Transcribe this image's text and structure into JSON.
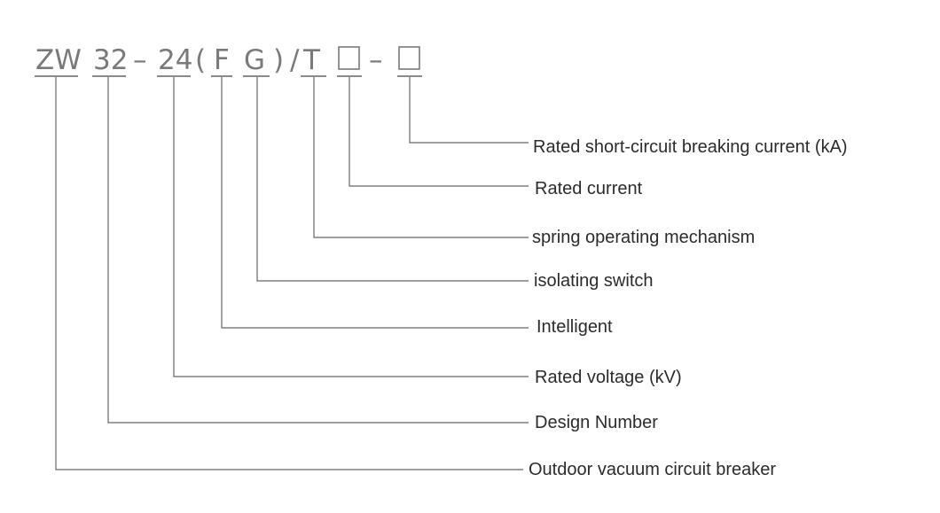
{
  "model_code": {
    "segments": [
      "ZW",
      "32",
      "–",
      "24",
      "(",
      "F",
      "G",
      ")",
      "/",
      "T",
      "□",
      "–",
      "□"
    ]
  },
  "descriptions": [
    {
      "id": "breaking-current",
      "text": "Rated short-circuit breaking current (kA)"
    },
    {
      "id": "rated-current",
      "text": "Rated current"
    },
    {
      "id": "mechanism",
      "text": "spring operating mechanism"
    },
    {
      "id": "isolating-switch",
      "text": "isolating switch"
    },
    {
      "id": "intelligent",
      "text": "Intelligent"
    },
    {
      "id": "rated-voltage",
      "text": "Rated voltage (kV)"
    },
    {
      "id": "design-number",
      "text": "Design Number"
    },
    {
      "id": "outdoor",
      "text": "Outdoor vacuum circuit breaker"
    }
  ],
  "colors": {
    "code": "#7a7a7a",
    "lines": "#666666",
    "text": "#2b2b2b"
  }
}
